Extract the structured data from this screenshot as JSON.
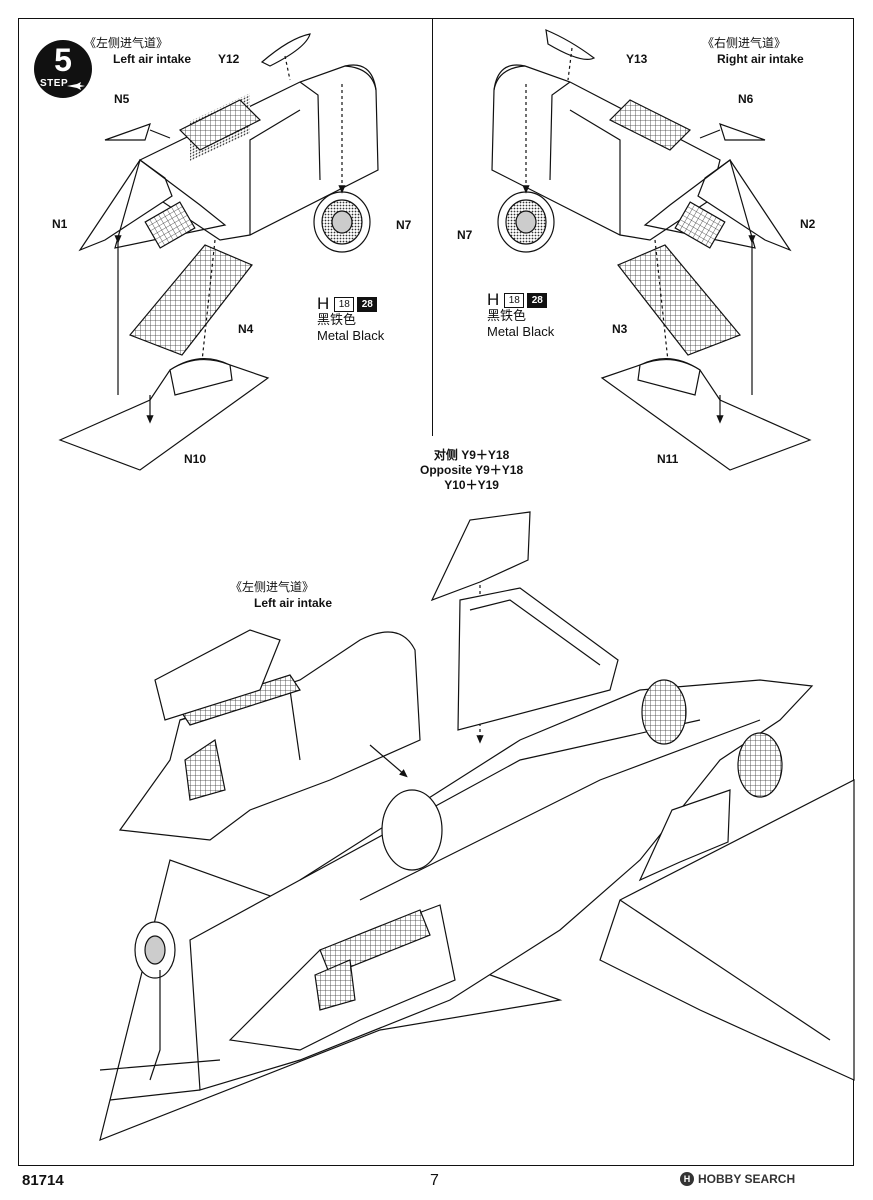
{
  "step": {
    "number": "5",
    "word": "STEP"
  },
  "left_panel": {
    "title_cn": "《左侧进气道》",
    "title_en": "Left air intake",
    "parts": [
      "N5",
      "N1",
      "Y12",
      "N7",
      "N4",
      "N10"
    ],
    "paint": {
      "prefix": "H",
      "code_a": "18",
      "code_b": "28",
      "name_cn": "黑铁色",
      "name_en": "Metal Black"
    }
  },
  "right_panel": {
    "title_cn": "《右侧进气道》",
    "title_en": "Right air intake",
    "parts": [
      "Y13",
      "N6",
      "N2",
      "N7",
      "N3",
      "N11"
    ],
    "paint": {
      "prefix": "H",
      "code_a": "18",
      "code_b": "28",
      "name_cn": "黑铁色",
      "name_en": "Metal Black"
    }
  },
  "assembly": {
    "note_line1": "对侧 Y9＋Y18",
    "note_line2": "Opposite Y9＋Y18",
    "note_line3": "Y10＋Y19",
    "title_cn": "《左侧进气道》",
    "title_en": "Left air intake"
  },
  "footer": {
    "code": "81714",
    "page": "7",
    "watermark": "HOBBY SEARCH"
  }
}
